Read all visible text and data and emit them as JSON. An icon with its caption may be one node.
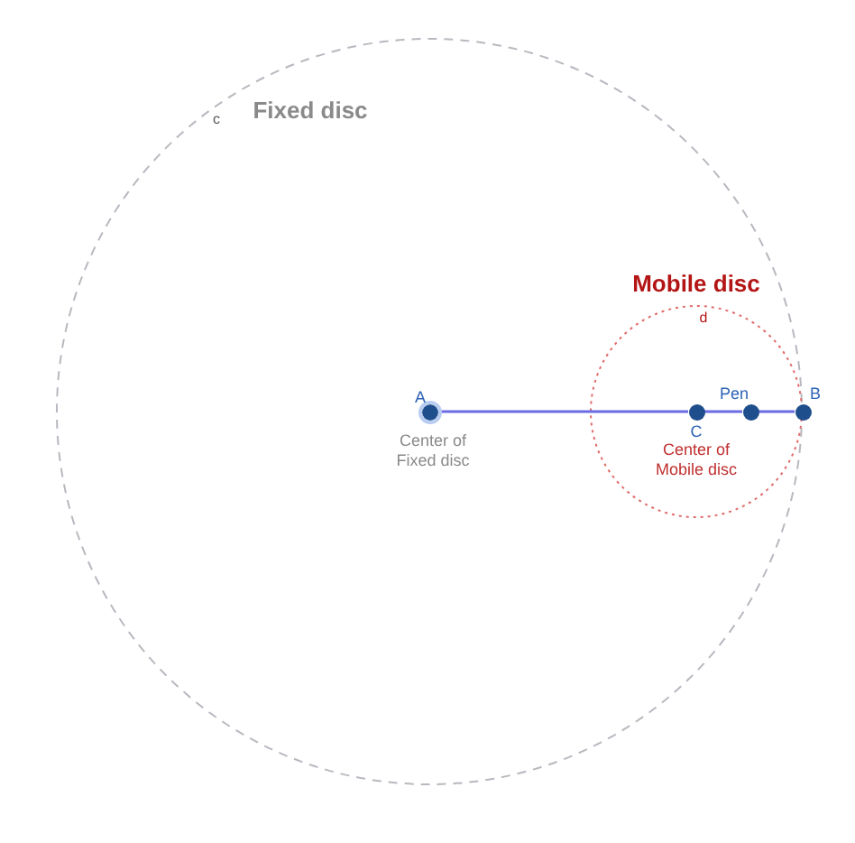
{
  "diagram": {
    "nodes": [
      {
        "text": [
          "Fixed disc"
        ]
      },
      {
        "text": [
          "Mobile disc"
        ],
        "in": 0
      },
      {
        "text": [
          "A"
        ],
        "beside": [
          "Center of Fixed disc"
        ],
        "in": 0
      },
      {
        "text": [
          "C"
        ],
        "beside": [
          "Center of Mobile disc"
        ],
        "in": 1
      },
      {
        "text": [
          "Pen"
        ],
        "in": 1
      },
      {
        "text": [
          "B"
        ],
        "in": 1
      }
    ],
    "edges": [
      {
        "from": 2,
        "to": 3,
        "arrow": "none"
      },
      {
        "from": 3,
        "to": 4,
        "arrow": "none"
      },
      {
        "from": 4,
        "to": 5,
        "arrow": "none"
      }
    ],
    "labels": [
      "c",
      "d"
    ]
  }
}
